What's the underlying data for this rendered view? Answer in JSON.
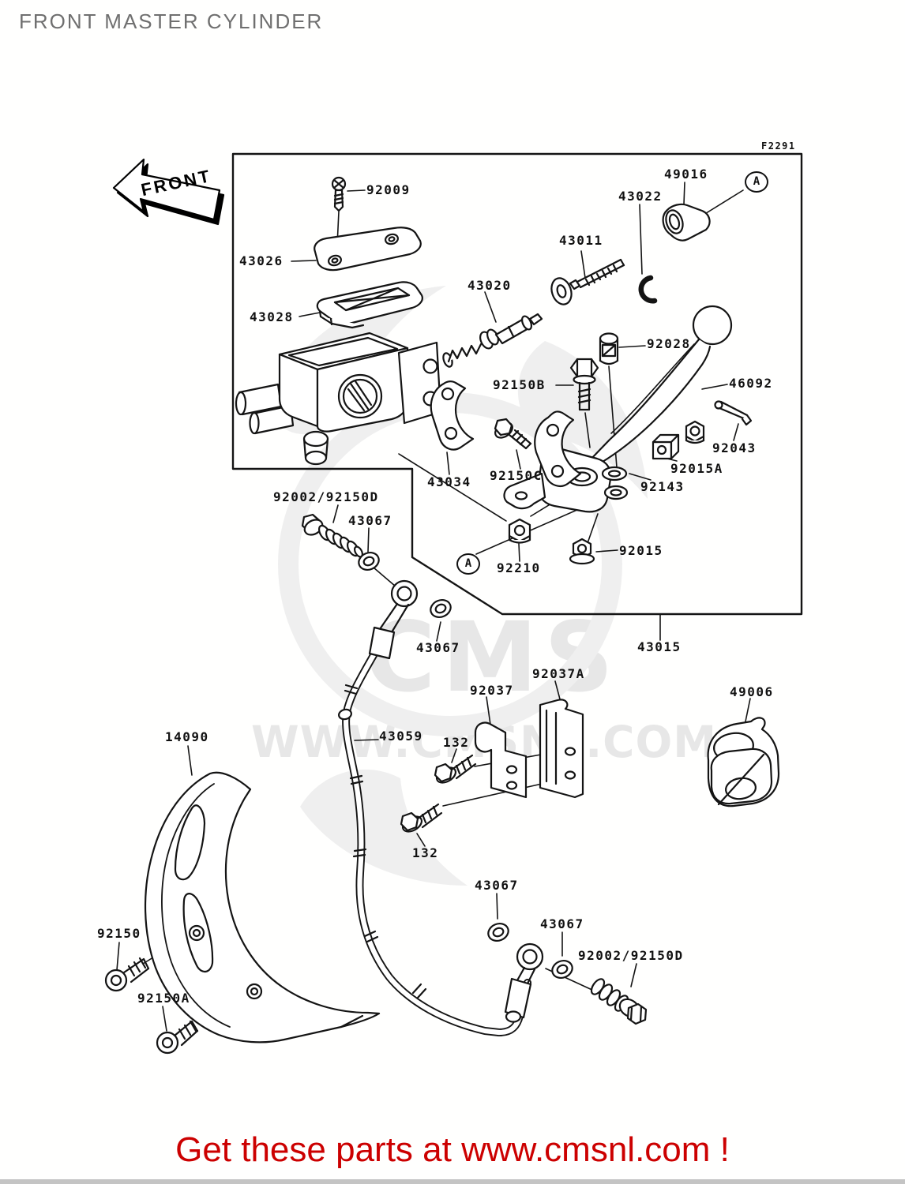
{
  "page": {
    "title": "FRONT MASTER CYLINDER",
    "figure_code": "F2291",
    "footer_text": "Get these parts at www.cmsnl.com !"
  },
  "front_arrow": {
    "label": "FRONT"
  },
  "watermark": {
    "line1": "CMS",
    "line2": "WWW.CMSNL.COM"
  },
  "colors": {
    "line": "#141414",
    "title_gray": "#6f6f6f",
    "footer_red": "#cc0000",
    "watermark_gray": "#e7e7e7"
  },
  "diagram": {
    "assembly_box_part": "43015",
    "part_labels": [
      {
        "id": "92009",
        "text": "92009"
      },
      {
        "id": "43026",
        "text": "43026"
      },
      {
        "id": "43028",
        "text": "43028"
      },
      {
        "id": "43020",
        "text": "43020"
      },
      {
        "id": "43011",
        "text": "43011"
      },
      {
        "id": "43022",
        "text": "43022"
      },
      {
        "id": "49016",
        "text": "49016"
      },
      {
        "id": "92028",
        "text": "92028"
      },
      {
        "id": "46092",
        "text": "46092"
      },
      {
        "id": "92150B",
        "text": "92150B"
      },
      {
        "id": "92043",
        "text": "92043"
      },
      {
        "id": "92015A",
        "text": "92015A"
      },
      {
        "id": "92143",
        "text": "92143"
      },
      {
        "id": "43034",
        "text": "43034"
      },
      {
        "id": "92150C",
        "text": "92150C"
      },
      {
        "id": "92015",
        "text": "92015"
      },
      {
        "id": "92210",
        "text": "92210"
      },
      {
        "id": "92002-92150D-top",
        "text": "92002/92150D"
      },
      {
        "id": "43067-a",
        "text": "43067"
      },
      {
        "id": "43067-b",
        "text": "43067"
      },
      {
        "id": "43015",
        "text": "43015"
      },
      {
        "id": "92037A",
        "text": "92037A"
      },
      {
        "id": "92037",
        "text": "92037"
      },
      {
        "id": "49006",
        "text": "49006"
      },
      {
        "id": "14090",
        "text": "14090"
      },
      {
        "id": "43059",
        "text": "43059"
      },
      {
        "id": "132-a",
        "text": "132"
      },
      {
        "id": "132-b",
        "text": "132"
      },
      {
        "id": "43067-c",
        "text": "43067"
      },
      {
        "id": "43067-d",
        "text": "43067"
      },
      {
        "id": "92150",
        "text": "92150"
      },
      {
        "id": "92150A",
        "text": "92150A"
      },
      {
        "id": "92002-92150D-bottom",
        "text": "92002/92150D"
      }
    ],
    "ref_circles": [
      {
        "text": "A"
      },
      {
        "text": "A"
      }
    ]
  }
}
